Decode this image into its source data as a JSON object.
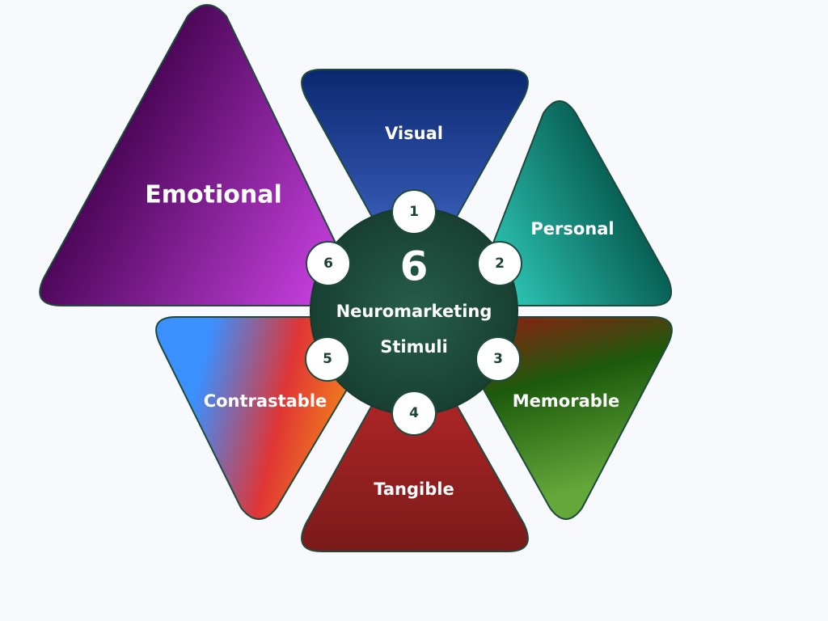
{
  "title": "6 Neuromarketing Stimuli",
  "center": {
    "number": "6",
    "line1": "Neuromarketing",
    "line2": "Stimuli",
    "color": "#1e4d3d"
  },
  "segments": [
    {
      "id": "visual",
      "number": "1",
      "label": "Visual",
      "colors": [
        "#0b2770",
        "#4a73d4"
      ]
    },
    {
      "id": "personal",
      "number": "2",
      "label": "Personal",
      "colors": [
        "#2ec9b8",
        "#04544a"
      ]
    },
    {
      "id": "memorable",
      "number": "3",
      "label": "Memorable",
      "colors": [
        "#7a2a12",
        "#1c5a0c",
        "#64a83a"
      ]
    },
    {
      "id": "tangible",
      "number": "4",
      "label": "Tangible",
      "colors": [
        "#c42a2c",
        "#7a1a1a"
      ]
    },
    {
      "id": "contrastable",
      "number": "5",
      "label": "Contrastable",
      "colors": [
        "#3a90ff",
        "#e03535",
        "#f07a1e"
      ]
    },
    {
      "id": "emotional",
      "number": "6",
      "label": "Emotional",
      "colors": [
        "#460452",
        "#c43fdc"
      ]
    }
  ]
}
